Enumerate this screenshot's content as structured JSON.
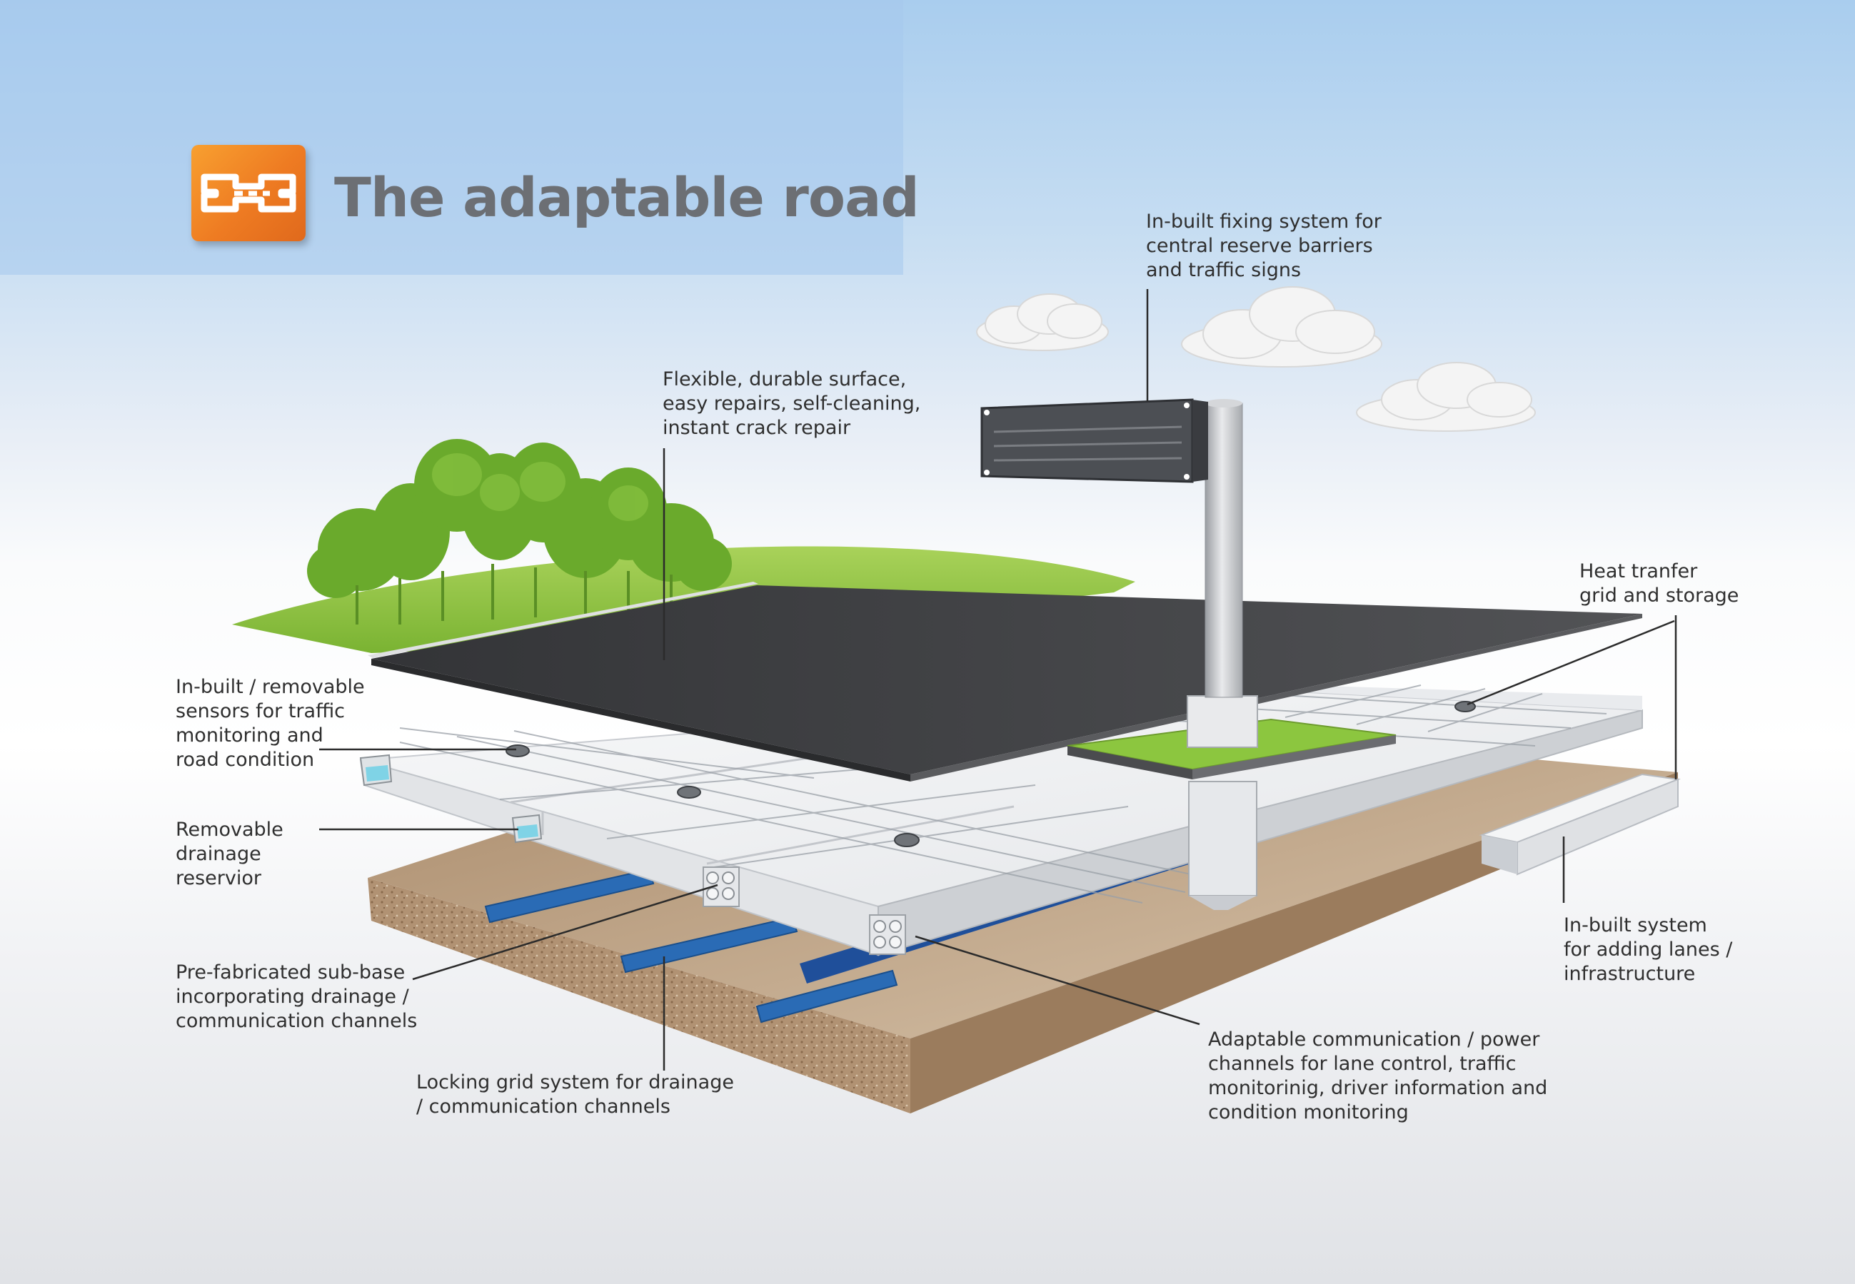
{
  "title": "The adaptable road",
  "icon": "road-logo-icon",
  "colors": {
    "sky_top": "#a9cdee",
    "title_panel": "#a5c8ec",
    "title_text": "#6c6f74",
    "icon_orange": "#ee7b22",
    "asphalt": "#3e3f41",
    "grass": "#8fc13e",
    "trees": "#6aaa2c",
    "slab": "#eeeff1",
    "blue_channel": "#1f5fa8",
    "soil": "#b49676",
    "callout_line": "#2b2b2b"
  },
  "labels": {
    "fixing_system": "In-built fixing system for\ncentral reserve barriers\nand traffic signs",
    "surface": "Flexible, durable surface,\neasy repairs, self-cleaning,\ninstant crack repair",
    "heat_transfer": "Heat tranfer\ngrid and storage",
    "sensors": "In-built / removable\nsensors for traffic\nmonitoring and\nroad condition",
    "drainage_reservoir": "Removable\ndrainage\nreservior",
    "sub_base": "Pre-fabricated sub-base\nincorporating drainage /\ncommunication channels",
    "locking_grid": "Locking grid system for drainage\n/ communication channels",
    "communication": "Adaptable communication / power\nchannels for lane control, traffic\nmonitorinig, driver information and\ncondition monitoring",
    "adding_lanes": "In-built system\nfor adding lanes /\ninfrastructure"
  }
}
